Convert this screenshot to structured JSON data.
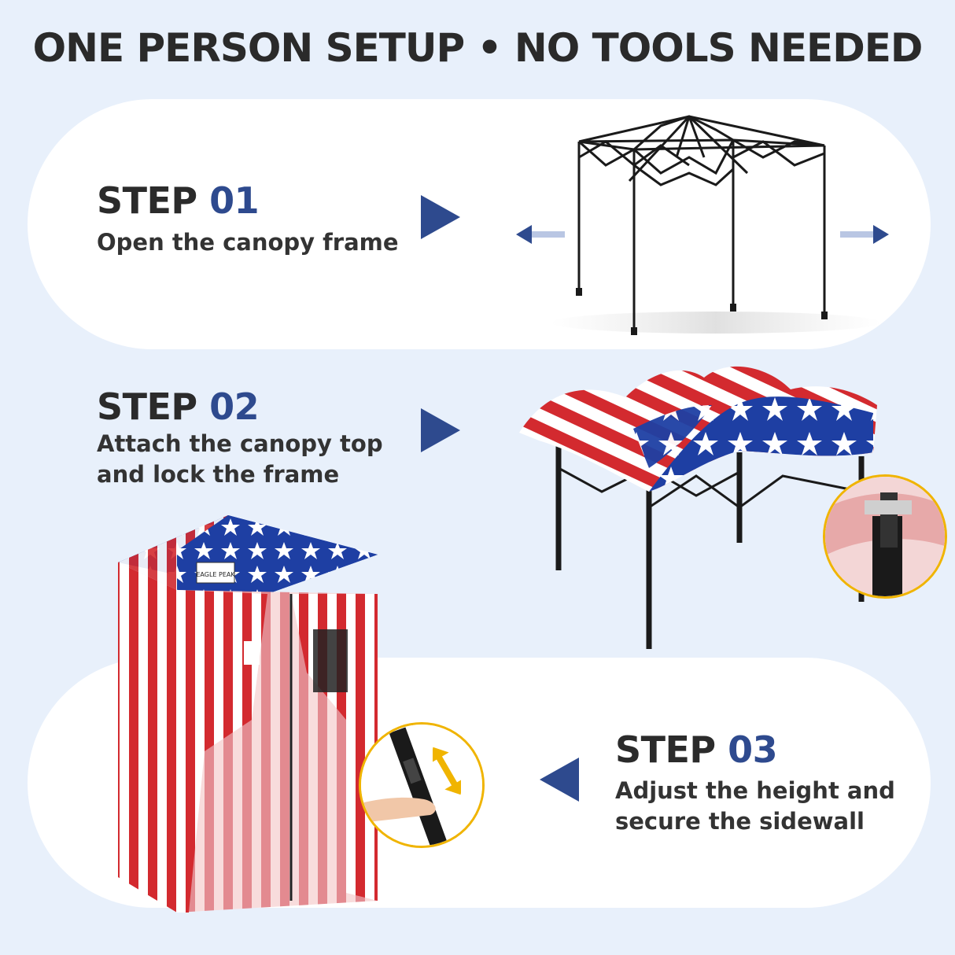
{
  "headline": "ONE PERSON SETUP • NO TOOLS NEEDED",
  "steps": [
    {
      "word": "STEP",
      "num": "01",
      "desc_lines": [
        "Open the canopy frame"
      ]
    },
    {
      "word": "STEP",
      "num": "02",
      "desc_lines": [
        "Attach the canopy top",
        "and lock the frame"
      ]
    },
    {
      "word": "STEP",
      "num": "03",
      "desc_lines": [
        "Adjust the height and",
        "secure the sidewall"
      ]
    }
  ],
  "brand_logo": "EAGLE PEAK",
  "colors": {
    "background": "#e8f0fb",
    "pill": "#ffffff",
    "accent_blue": "#2e4a8e",
    "flag_red": "#d32a2f",
    "flag_blue": "#1e3fa3",
    "inset_ring": "#f0b400"
  },
  "icons": [
    "arrow-right-triangle-icon",
    "arrow-left-triangle-icon",
    "expand-left-arrow-icon",
    "expand-right-arrow-icon",
    "double-arrow-icon"
  ]
}
